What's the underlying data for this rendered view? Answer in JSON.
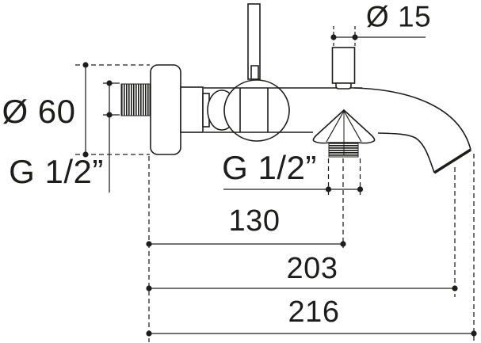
{
  "drawing": {
    "subject": "Wall-mounted bath shower mixer tap, side view technical dimension drawing",
    "colors": {
      "line": "#1d1d1b",
      "background": "#ffffff"
    },
    "labels": {
      "flange_diameter": "Ø 60",
      "inlet_thread": "G 1/2”",
      "diverter_diameter": "Ø 15",
      "handshower_thread": "G 1/2”",
      "wall_to_handshower_outlet": "130",
      "wall_to_spout_outlet": "203",
      "wall_to_spout_tip": "216"
    }
  }
}
